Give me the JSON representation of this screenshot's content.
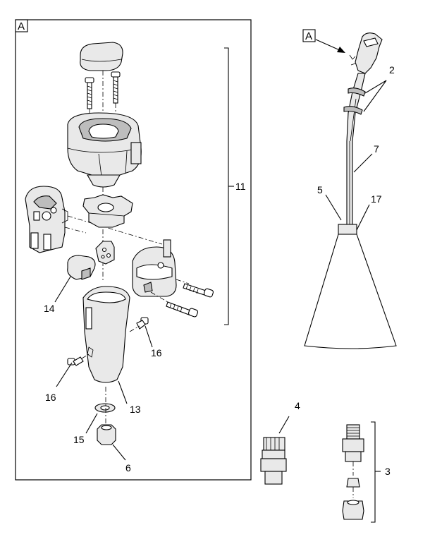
{
  "view_label": "A",
  "view_reference_label": "A",
  "callouts": {
    "c2": "2",
    "c7": "7",
    "c5": "5",
    "c17": "17",
    "c11": "11",
    "c14": "14",
    "c16a": "16",
    "c16b": "16",
    "c13": "13",
    "c15": "15",
    "c6": "6",
    "c4": "4",
    "c3": "3"
  }
}
